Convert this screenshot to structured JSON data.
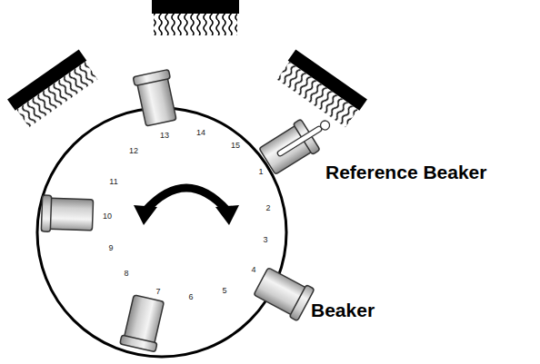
{
  "diagram": {
    "labels": [
      "1",
      "2",
      "3",
      "4",
      "5",
      "6",
      "7",
      "8",
      "9",
      "10",
      "11",
      "12",
      "13",
      "14",
      "15",
      "Reference Beaker",
      "Beaker"
    ]
  }
}
